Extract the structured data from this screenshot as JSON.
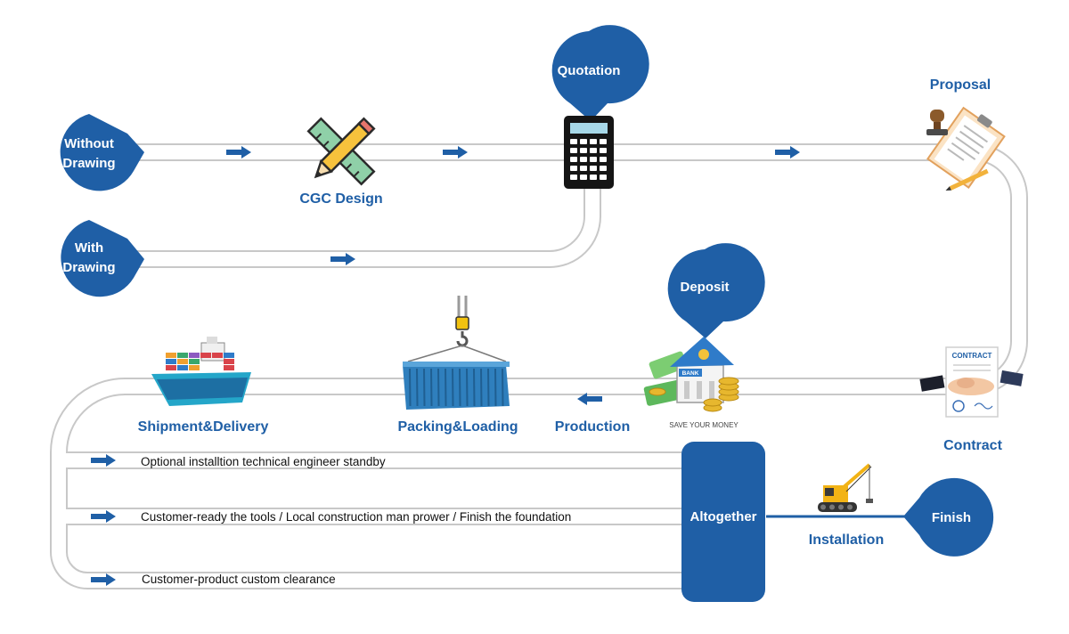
{
  "start_without_drawing": {
    "line1": "Without",
    "line2": "Drawing"
  },
  "start_with_drawing": {
    "line1": "With",
    "line2": "Drawing"
  },
  "steps": {
    "cgc_design": "CGC Design",
    "quotation": "Quotation",
    "proposal": "Proposal",
    "contract": "Contract",
    "deposit": "Deposit",
    "production": "Production",
    "packing_loading": "Packing&Loading",
    "shipment_delivery": "Shipment&Delivery",
    "altogether": "Altogether",
    "installation": "Installation",
    "finish": "Finish"
  },
  "bank_caption": "SAVE YOUR MONEY",
  "bank_sign": "BANK",
  "contract_doc_title": "CONTRACT",
  "notes": [
    "Optional installtion technical engineer standby",
    "Customer-ready the tools / Local construction man prower / Finish the foundation",
    "Customer-product custom clearance"
  ],
  "colors": {
    "accent": "#1f5fa6",
    "track": "#c8c8c8",
    "track_fill": "#ffffff"
  },
  "icons": {
    "design": "ruler-pencil-icon",
    "quotation": "calculator-icon",
    "proposal": "stamp-document-icon",
    "contract": "handshake-contract-icon",
    "deposit": "bank-money-icon",
    "packing": "container-crane-icon",
    "shipment": "cargo-ship-icon",
    "installation": "crawler-crane-icon",
    "arrow": "arrow-right-icon"
  }
}
